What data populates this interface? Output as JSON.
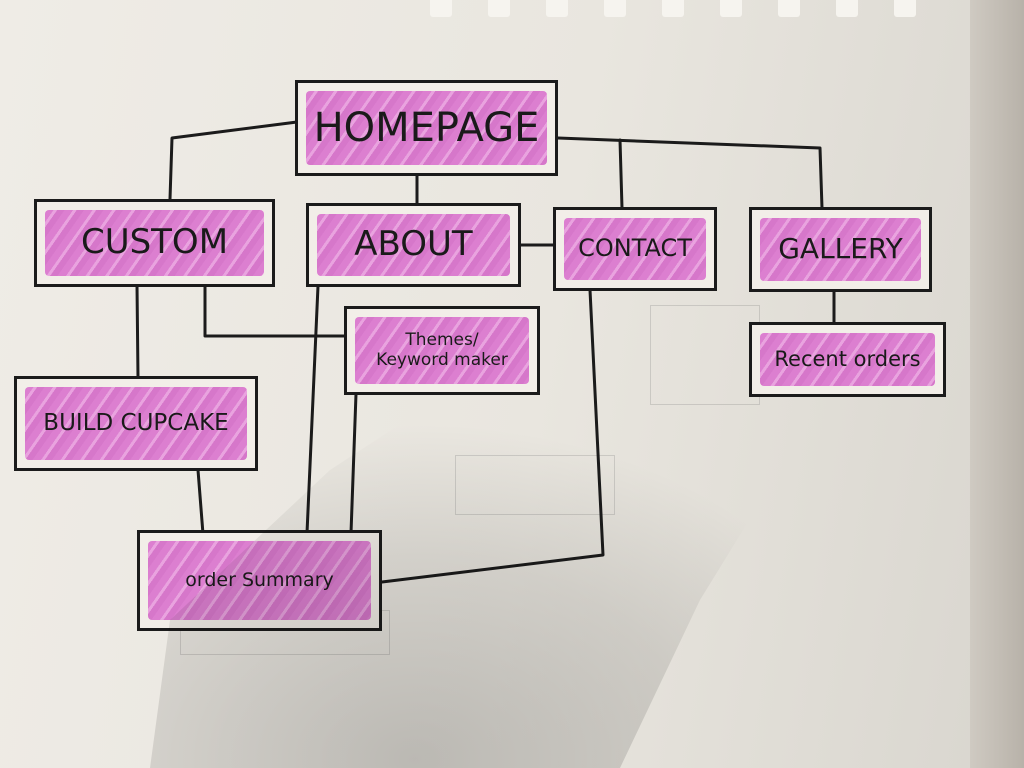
{
  "diagram": {
    "nodes": {
      "homepage": "HOMEPAGE",
      "custom": "CUSTOM",
      "about": "ABOUT",
      "contact": "CONTACT",
      "gallery": "GALLERY",
      "themes": "Themes/\nKeyword maker",
      "build_cupcake": "BUILD CUPCAKE",
      "recent_orders": "Recent orders",
      "order_summary": "order Summary"
    },
    "edges": [
      [
        "HOMEPAGE",
        "CUSTOM"
      ],
      [
        "HOMEPAGE",
        "ABOUT"
      ],
      [
        "HOMEPAGE",
        "CONTACT"
      ],
      [
        "HOMEPAGE",
        "GALLERY"
      ],
      [
        "ABOUT",
        "CONTACT"
      ],
      [
        "CUSTOM",
        "BUILD CUPCAKE"
      ],
      [
        "CUSTOM",
        "Themes/Keyword maker"
      ],
      [
        "GALLERY",
        "Recent orders"
      ],
      [
        "BUILD CUPCAKE",
        "order Summary"
      ],
      [
        "ABOUT",
        "order Summary"
      ],
      [
        "Themes/Keyword maker",
        "order Summary"
      ],
      [
        "CONTACT",
        "order Summary"
      ]
    ],
    "colors": {
      "highlight": "#dc7fd0",
      "ink": "#1b1b1b",
      "paper": "#efece6"
    }
  }
}
